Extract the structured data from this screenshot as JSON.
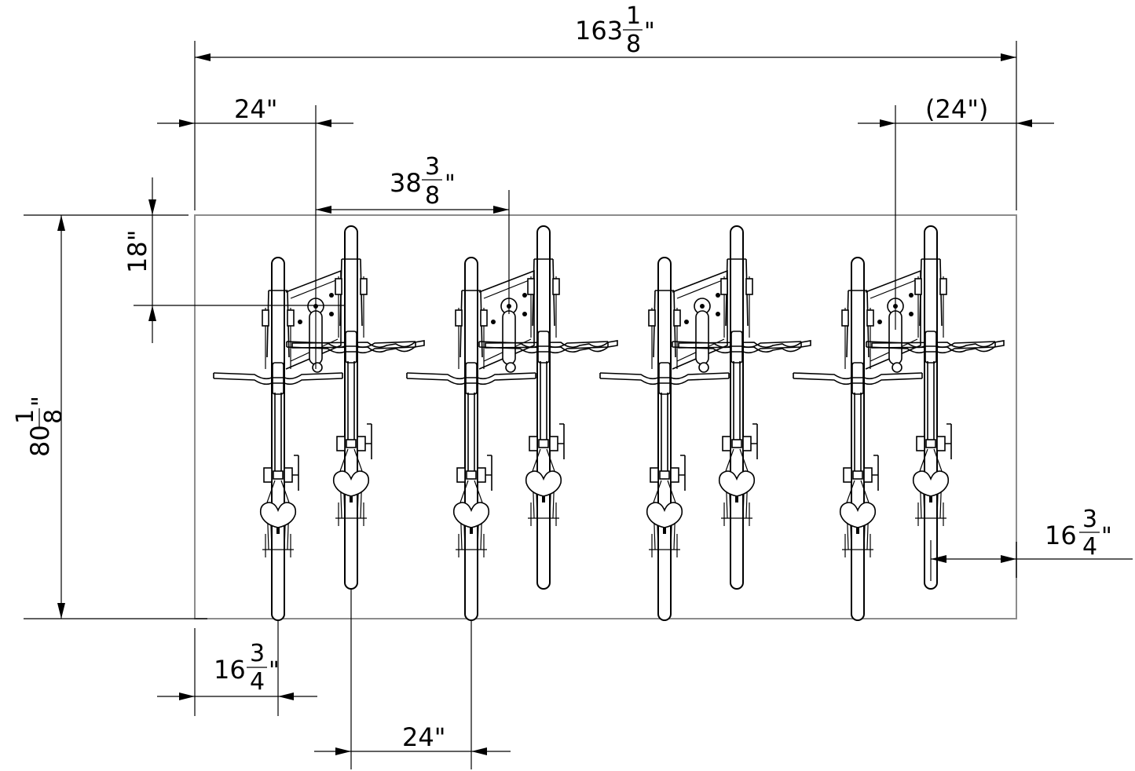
{
  "dimensions": {
    "overall_width": {
      "whole": "163",
      "num": "1",
      "den": "8",
      "unit": "\""
    },
    "left_spacing": "24\"",
    "right_spacing": "(24\")",
    "pair_spacing": {
      "whole": "38",
      "num": "3",
      "den": "8",
      "unit": "\""
    },
    "rack_offset": "18\"",
    "overall_depth": {
      "whole": "80",
      "num": "1",
      "den": "8",
      "unit": "\""
    },
    "right_clearance": {
      "whole": "16",
      "num": "3",
      "den": "4",
      "unit": "\""
    },
    "left_clearance": {
      "whole": "16",
      "num": "3",
      "den": "4",
      "unit": "\""
    },
    "bottom_spacing": "24\""
  }
}
